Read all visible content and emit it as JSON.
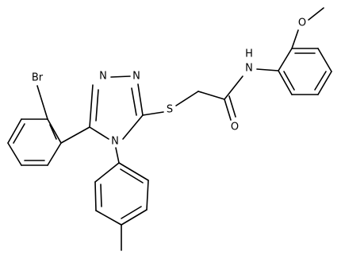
{
  "molecule": {
    "atom_labels": {
      "br": "Br",
      "n1": "N",
      "n2": "N",
      "n4": "N",
      "s": "S",
      "o_carbonyl": "O",
      "nh": "N",
      "h": "H",
      "o_methoxy": "O"
    },
    "colors": {
      "bond": "#000000",
      "label": "#000000",
      "background": "#ffffff"
    }
  }
}
